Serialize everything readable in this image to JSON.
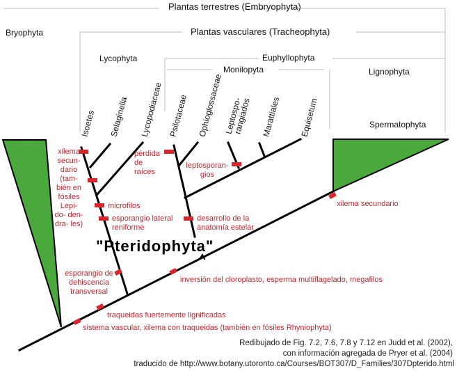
{
  "headers": {
    "land": "Plantas terrestres (Embryophyta)",
    "vascular": "Plantas vasculares (Tracheophyta)",
    "bryophyta": "Bryophyta",
    "lycophyta": "Lycophyta",
    "euphyllophyta": "Euphyllophyta",
    "monilopyta": "Monilopyta",
    "lignophyta": "Lignophyta",
    "spermatophyta": "Spermatophyta"
  },
  "taxa": [
    "Isoetes",
    "Selaginella",
    "Lycopodiaceae",
    "Psilotaceae",
    "Ophioglossaceae",
    "Leptospo-",
    "rangiados",
    "Marattiales",
    "Equisetum"
  ],
  "characters": {
    "xilema": "xilema secun- dario (tam- bién en fósiles Lepi- do- den- dra- les)",
    "perdida": "pérdida de raíces",
    "lepto": "leptosporan- gios",
    "microfilos": "microfilos",
    "esporangio_lat": "esporangio lateral reniforme",
    "desarrollo": "desarrollo de la anatomía estelar",
    "xil_sec": "xilema secundario",
    "esporangio_deh": "esporangio de dehiscencia transversal",
    "inversion": "inversión del cloroplasto, esperma multiflagelado, megafilos",
    "traqueidas": "traqueidas fuertemente lignificadas",
    "sistema": "sistema vascular, xilema con traqueidas (también en fósiles Rhyniophyta)"
  },
  "pteridophyta": "\"Pteridophyta\"",
  "credits": [
    "Redibujado de Fig. 7.2, 7.6, 7.8 y 7.12 en Judd et al. (2002),",
    "con información agregada de Pryer et al. (2004)",
    "traducido de http://www.botany.utoronto.ca/Courses/BOT307/D_Families/307Dpterido.html"
  ],
  "colors": {
    "triangle": "#4aa83c",
    "mark": "#d9262c",
    "text_red": "#c8242c"
  }
}
